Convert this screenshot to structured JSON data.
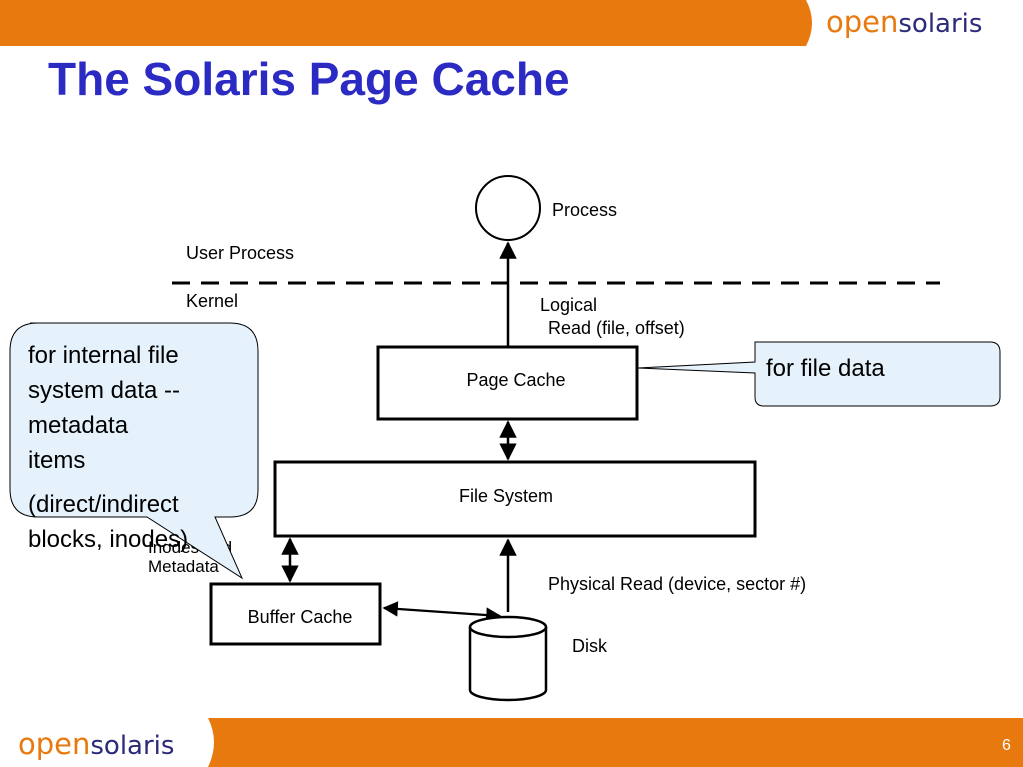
{
  "brand": {
    "name_open": "open",
    "name_solaris": "solaris",
    "orange": "#e8790e",
    "title_blue": "#2b2bc4",
    "callout_fill": "#e6f2fb"
  },
  "slide": {
    "title": "The Solaris Page Cache",
    "page_number": "6"
  },
  "diagram": {
    "process_label": "Process",
    "user_process_label": "User Process",
    "kernel_label": "Kernel",
    "logical_read_line1": "Logical",
    "logical_read_line2": "Read (file, offset)",
    "page_cache_label": "Page Cache",
    "file_system_label": "File System",
    "inodes_line1": "Inodes and",
    "inodes_line2": "Metadata",
    "physical_read_label": "Physical Read (device, sector #)",
    "buffer_cache_label": "Buffer Cache",
    "disk_label": "Disk"
  },
  "callouts": {
    "file_data": "for file data",
    "internal_line1": "for internal file",
    "internal_line2": "system data --",
    "internal_line3": "metadata",
    "internal_line4": "items",
    "internal_line5": "(direct/indirect",
    "internal_line6": "blocks, inodes)"
  }
}
